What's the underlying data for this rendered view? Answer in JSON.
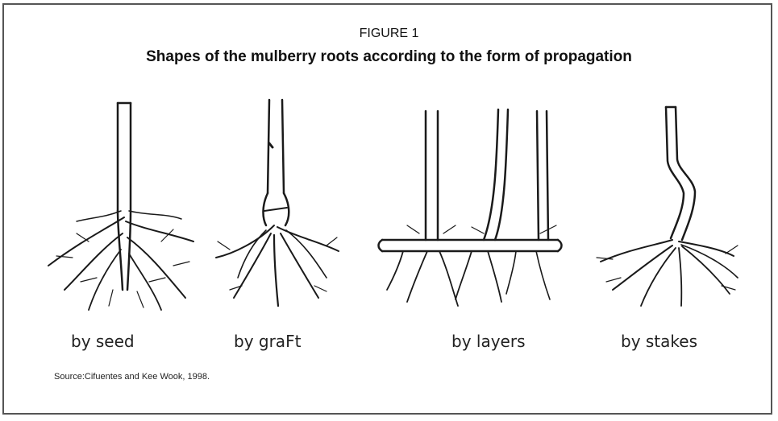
{
  "figure": {
    "label": "FIGURE 1",
    "title": "Shapes of the mulberry roots according to the form of propagation"
  },
  "panels": [
    {
      "caption": "by seed"
    },
    {
      "caption": "by graFt"
    },
    {
      "caption": "by layers"
    },
    {
      "caption": "by stakes"
    }
  ],
  "source": "Source:Cifuentes and Kee Wook, 1998."
}
